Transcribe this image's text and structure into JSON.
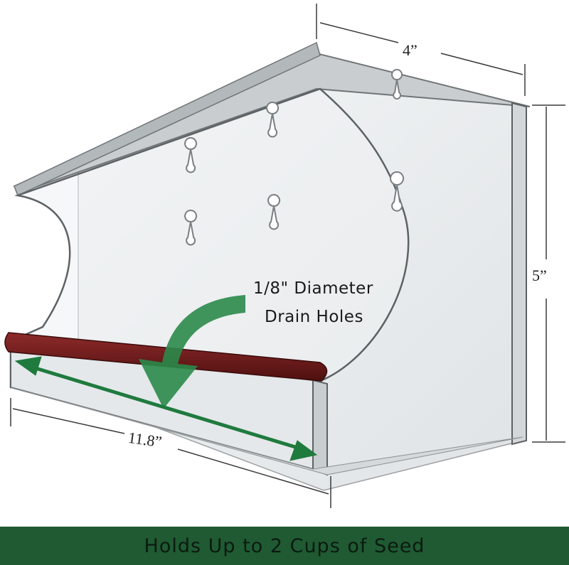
{
  "dimensions": {
    "width": "4”",
    "height": "5”",
    "length": "11.8”"
  },
  "callout": {
    "line1": "1/8\" Diameter",
    "line2": "Drain Holes"
  },
  "banner": {
    "text": "Holds Up to 2 Cups of Seed"
  },
  "colors": {
    "banner": "#1f5a32",
    "arrow": "#2a8a4a",
    "perch": "#6e1a1a",
    "outline": "#444444"
  }
}
